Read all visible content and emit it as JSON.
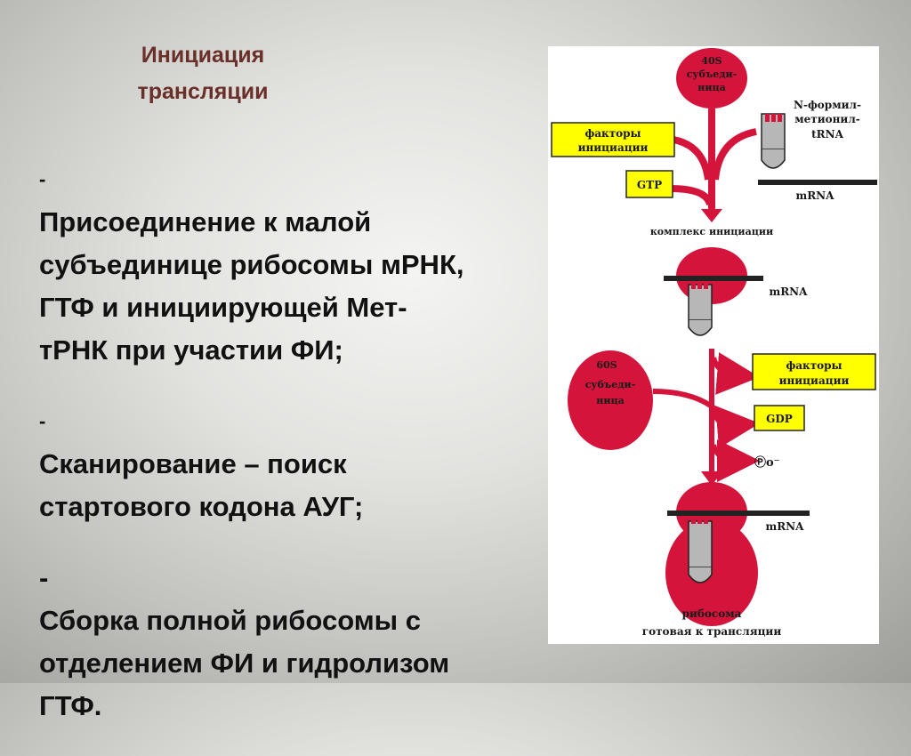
{
  "slide": {
    "title_line1": "Инициация",
    "title_line2": "трансляции"
  },
  "bullets": [
    {
      "dash": "-",
      "lines": [
        "Присоединение к малой",
        "субъединице рибосомы мРНК,",
        "ГТФ и инициирующей Мет-",
        "тРНК при участии ФИ;"
      ]
    },
    {
      "dash": "-",
      "lines": [
        "Сканирование – поиск",
        "стартового кодона АУГ;"
      ]
    },
    {
      "dash": "-",
      "lines": [
        "Сборка полной рибосомы с",
        "отделением ФИ и гидролизом",
        "ГТФ."
      ]
    }
  ],
  "diagram": {
    "small_subunit": [
      "40S",
      "субъеди-",
      "ница"
    ],
    "factors_box": [
      "факторы",
      "инициации"
    ],
    "trna_label": [
      "N-формил-",
      "метионил-",
      "tRNA"
    ],
    "gtp_box": "GTP",
    "mrna_label_1": "mRNA",
    "complex_label": "комплекс инициации",
    "mrna_label_2": "mRNA",
    "large_subunit": [
      "60S",
      "субъеди-",
      "ница"
    ],
    "factors_box_2": [
      "факторы",
      "инициации"
    ],
    "gdp_box": "GDP",
    "phosphate_label": "Ⓟᴏ⁻",
    "mrna_label_3": "mRNA",
    "ribosome_label": [
      "рибосома",
      "готовая к трансляции"
    ],
    "colors": {
      "red": "#d4143a",
      "yellow": "#ffff00",
      "tube": "#b7b7b7",
      "line": "#222222"
    }
  }
}
